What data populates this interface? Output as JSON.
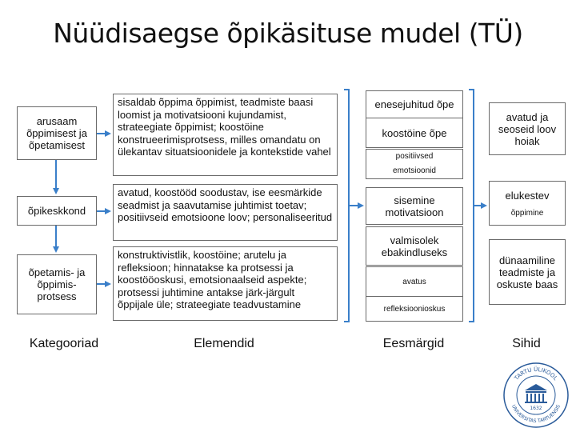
{
  "title": "Nüüdisaegse õpikäsituse mudel (TÜ)",
  "categories": [
    "arusaam õppimisest ja õpetamisest",
    "õpikeskkond",
    "õpetamis- ja õppimis-protsess"
  ],
  "elements": [
    "sisaldab õppima õppimist, teadmiste baasi loomist ja motivatsiooni kujundamist, strateegiate õppimist; koostöine konstrueerimisprotsess, milles omandatu on ülekantav situatsioonidele ja kontekstide vahel",
    "avatud, koostööd soodustav, ise eesmärkide seadmist ja saavutamise juhtimist toetav; positiivseid emotsioone loov; personaliseeritud",
    "konstruktivistlik, koostöine; arutelu ja refleksioon; hinnatakse ka protsessi ja koostööoskusi, emotsionaalseid aspekte; protsessi juhtimine antakse järk-järgult õppijale üle; strateegiate teadvustamine"
  ],
  "outcomes": [
    "enesejuhitud õpe",
    "koostöine õpe",
    "positiivsed emotsioonid",
    "sisemine motivatsioon",
    "valmisolek ebakindluseks",
    "avatus",
    "refleksioonioskus"
  ],
  "goals": [
    "avatud ja seoseid loov hoiak",
    "elukestev",
    "õppimine",
    "dünaamiline teadmiste ja oskuste baas"
  ],
  "footer": {
    "categories": "Kategooriad",
    "elements": "Elemendid",
    "outcomes": "Eesmärgid",
    "goals": "Sihid"
  },
  "logo": {
    "text_top": "TARTU ÜLIKOOL",
    "text_bottom": "UNIVERSITAS TARTUENSIS",
    "year": "1632"
  },
  "colors": {
    "arrow": "#3a7fc9",
    "border": "#6a6a6a",
    "logo": "#2a5b9a"
  }
}
